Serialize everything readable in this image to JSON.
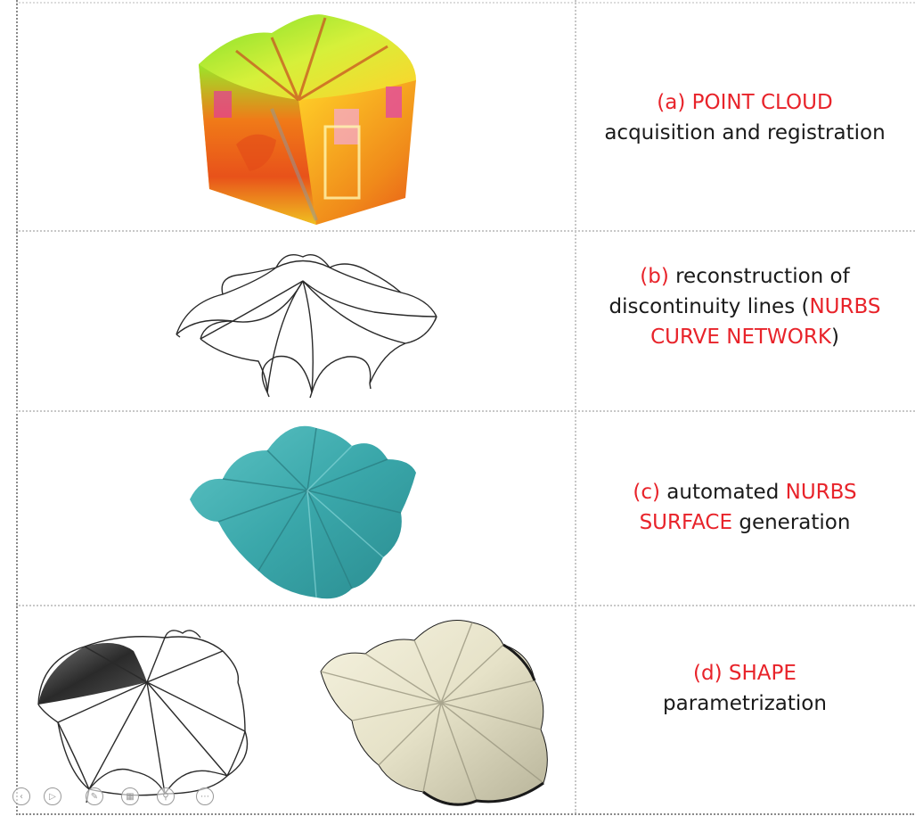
{
  "rows": [
    {
      "label_red": "(a) POINT CLOUD",
      "label_black": "acquisition and registration",
      "icon": "point-cloud-model"
    },
    {
      "label_red_1": "(b)",
      "label_black_1": " reconstruction of",
      "label_black_2": "discontinuity lines (",
      "label_red_2": "NURBS",
      "label_red_3": "CURVE NETWORK",
      "label_black_3": ")",
      "icon": "curve-network-wireframe"
    },
    {
      "label_red_1": "(c)",
      "label_black_1": " automated ",
      "label_red_2": "NURBS",
      "label_red_3": "SURFACE",
      "label_black_2": " generation",
      "icon": "nurbs-surface"
    },
    {
      "label_red": "(d) SHAPE",
      "label_black": "parametrization",
      "icon": "shape-parametrization"
    }
  ],
  "colors": {
    "accent_red": "#e8232a",
    "surface_teal": "#3aa7aa",
    "surface_ivory": "#e6e2c8"
  },
  "controls": [
    "prev-icon",
    "play-icon",
    "pen-icon",
    "grid-icon",
    "zoom-icon",
    "more-icon"
  ]
}
